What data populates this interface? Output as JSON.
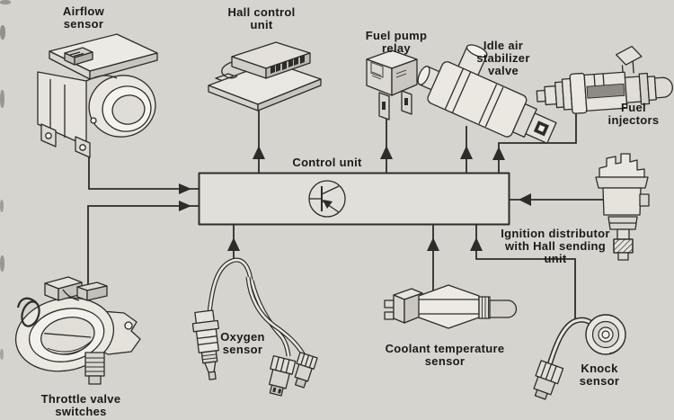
{
  "colors": {
    "background": "#d6d4cf",
    "ink": "#2e2c29"
  },
  "control_unit": {
    "label": "Control unit",
    "symbol": "transistor-icon"
  },
  "components": {
    "airflow_sensor": {
      "label": "Airflow\nsensor",
      "signal": "input-to-control-unit"
    },
    "hall_control_unit": {
      "label": "Hall control\nunit",
      "signal": "output-from-control-unit"
    },
    "fuel_pump_relay": {
      "label": "Fuel pump\nrelay",
      "signal": "output-from-control-unit"
    },
    "idle_air_stabilizer_valve": {
      "label": "Idle air\nstabilizer\nvalve",
      "signal": "output-from-control-unit"
    },
    "fuel_injectors": {
      "label": "Fuel\ninjectors",
      "signal": "output-from-control-unit"
    },
    "ignition_distributor": {
      "label": "Ignition distributor\nwith Hall sending unit",
      "signal": "input-to-control-unit"
    },
    "knock_sensor": {
      "label": "Knock sensor",
      "signal": "input-to-control-unit"
    },
    "coolant_temperature_sensor": {
      "label": "Coolant temperature\nsensor",
      "signal": "input-to-control-unit"
    },
    "oxygen_sensor": {
      "label": "Oxygen\nsensor",
      "signal": "input-to-control-unit"
    },
    "throttle_valve_switches": {
      "label": "Throttle valve\nswitches",
      "signal": "input-to-control-unit"
    }
  },
  "connections": [
    {
      "from": "Airflow sensor",
      "to": "Control unit",
      "arrow": "into-control-unit"
    },
    {
      "from": "Throttle valve switches",
      "to": "Control unit",
      "arrow": "into-control-unit"
    },
    {
      "from": "Oxygen sensor",
      "to": "Control unit",
      "arrow": "into-control-unit"
    },
    {
      "from": "Coolant temperature sensor",
      "to": "Control unit",
      "arrow": "into-control-unit"
    },
    {
      "from": "Knock sensor",
      "to": "Control unit",
      "arrow": "into-control-unit"
    },
    {
      "from": "Ignition distributor with Hall sending unit",
      "to": "Control unit",
      "arrow": "into-control-unit"
    },
    {
      "from": "Control unit",
      "to": "Hall control unit",
      "arrow": "out-of-control-unit"
    },
    {
      "from": "Control unit",
      "to": "Fuel pump relay",
      "arrow": "out-of-control-unit"
    },
    {
      "from": "Control unit",
      "to": "Idle air stabilizer valve",
      "arrow": "out-of-control-unit"
    },
    {
      "from": "Control unit",
      "to": "Fuel injectors",
      "arrow": "out-of-control-unit"
    }
  ]
}
